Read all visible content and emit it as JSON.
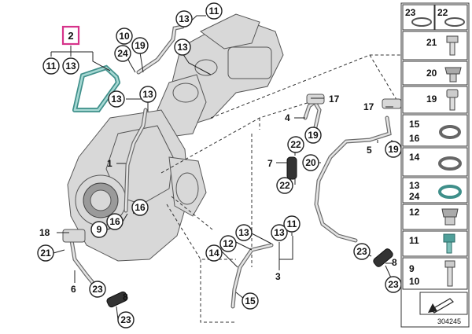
{
  "diagram": {
    "highlighted_callout": "2",
    "callouts": [
      {
        "id": "c-13-top",
        "label": "13"
      },
      {
        "id": "c-11-top",
        "label": "11"
      },
      {
        "id": "c-10",
        "label": "10"
      },
      {
        "id": "c-24",
        "label": "24"
      },
      {
        "id": "c-19-top",
        "label": "19"
      },
      {
        "id": "c-13-a",
        "label": "13"
      },
      {
        "id": "c-11-left",
        "label": "11"
      },
      {
        "id": "c-13-left",
        "label": "13"
      },
      {
        "id": "c-13-b",
        "label": "13"
      },
      {
        "id": "c-13-c",
        "label": "13"
      },
      {
        "id": "c-19-mid",
        "label": "19"
      },
      {
        "id": "c-22-mid",
        "label": "22"
      },
      {
        "id": "c-20-mid",
        "label": "20"
      },
      {
        "id": "c-22-low",
        "label": "22"
      },
      {
        "id": "c-19-right",
        "label": "19"
      },
      {
        "id": "c-16-a",
        "label": "16"
      },
      {
        "id": "c-16-b",
        "label": "16"
      },
      {
        "id": "c-9",
        "label": "9"
      },
      {
        "id": "c-21-left",
        "label": "21"
      },
      {
        "id": "c-23-left",
        "label": "23"
      },
      {
        "id": "c-23-left-b",
        "label": "23"
      },
      {
        "id": "c-13-d",
        "label": "13"
      },
      {
        "id": "c-13-e",
        "label": "13"
      },
      {
        "id": "c-11-bottom",
        "label": "11"
      },
      {
        "id": "c-12",
        "label": "12"
      },
      {
        "id": "c-14",
        "label": "14"
      },
      {
        "id": "c-15",
        "label": "15"
      },
      {
        "id": "c-23-right",
        "label": "23"
      },
      {
        "id": "c-23-right-b",
        "label": "23"
      }
    ],
    "plain_labels": [
      {
        "id": "p-17-mid",
        "label": "17"
      },
      {
        "id": "p-17-right",
        "label": "17"
      },
      {
        "id": "p-4",
        "label": "4"
      },
      {
        "id": "p-7",
        "label": "7"
      },
      {
        "id": "p-5",
        "label": "5"
      },
      {
        "id": "p-1",
        "label": "1"
      },
      {
        "id": "p-18",
        "label": "18"
      },
      {
        "id": "p-6",
        "label": "6"
      },
      {
        "id": "p-3",
        "label": "3"
      },
      {
        "id": "p-8-left",
        "label": "8"
      },
      {
        "id": "p-8-right",
        "label": "8"
      }
    ],
    "panel": [
      {
        "left": "23",
        "right": "22"
      },
      {
        "left": "",
        "right": "21"
      },
      {
        "left": "",
        "right": "20"
      },
      {
        "left": "",
        "right": "19"
      },
      {
        "left": "15",
        "left2": "16",
        "right": ""
      },
      {
        "left": "14",
        "right": ""
      },
      {
        "left": "13",
        "left2": "24",
        "right": ""
      },
      {
        "left": "12",
        "right": ""
      },
      {
        "left": "11",
        "right": ""
      },
      {
        "left": "9",
        "left2": "10",
        "right": ""
      }
    ],
    "document_number": "304245"
  }
}
